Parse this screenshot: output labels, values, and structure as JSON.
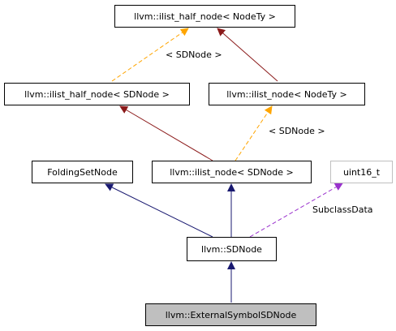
{
  "diagram": {
    "nodes": {
      "ilist_half_node_nodety": {
        "label": "llvm::ilist_half_node< NodeTy >",
        "border": "#000000",
        "fill": "#ffffff"
      },
      "ilist_half_node_sdnode": {
        "label": "llvm::ilist_half_node< SDNode >",
        "border": "#000000",
        "fill": "#ffffff"
      },
      "ilist_node_nodety": {
        "label": "llvm::ilist_node< NodeTy >",
        "border": "#000000",
        "fill": "#ffffff"
      },
      "folding_set_node": {
        "label": "FoldingSetNode",
        "border": "#000000",
        "fill": "#ffffff"
      },
      "ilist_node_sdnode": {
        "label": "llvm::ilist_node< SDNode >",
        "border": "#000000",
        "fill": "#ffffff"
      },
      "uint16_t": {
        "label": "uint16_t",
        "border": "#bfbfbf",
        "fill": "#ffffff"
      },
      "sdnode": {
        "label": "llvm::SDNode",
        "border": "#000000",
        "fill": "#ffffff"
      },
      "external_symbol_sdnode": {
        "label": "llvm::ExternalSymbolSDNode",
        "border": "#000000",
        "fill": "#bfbfbf"
      }
    },
    "edge_labels": {
      "template_half": "< SDNode >",
      "template_node": "< SDNode >",
      "member": "SubclassData"
    },
    "colors": {
      "public_inheritance": "#191970",
      "private_inheritance": "#8b1a1a",
      "template_instance": "#ffa500",
      "member_usage": "#9a32cd"
    }
  }
}
